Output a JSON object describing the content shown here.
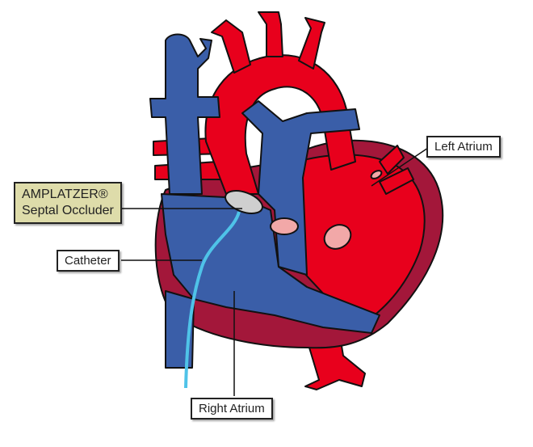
{
  "labels": {
    "left_atrium": "Left Atrium",
    "amplatzer_line1": "AMPLATZER®",
    "amplatzer_line2": "Septal Occluder",
    "catheter": "Catheter",
    "right_atrium": "Right Atrium"
  },
  "colors": {
    "oxygenated": "#e8001c",
    "deoxygenated": "#3a5ea8",
    "myocardium": "#a3173a",
    "catheter": "#4fc3e8",
    "occluder_label_bg": "#dedcaa"
  }
}
